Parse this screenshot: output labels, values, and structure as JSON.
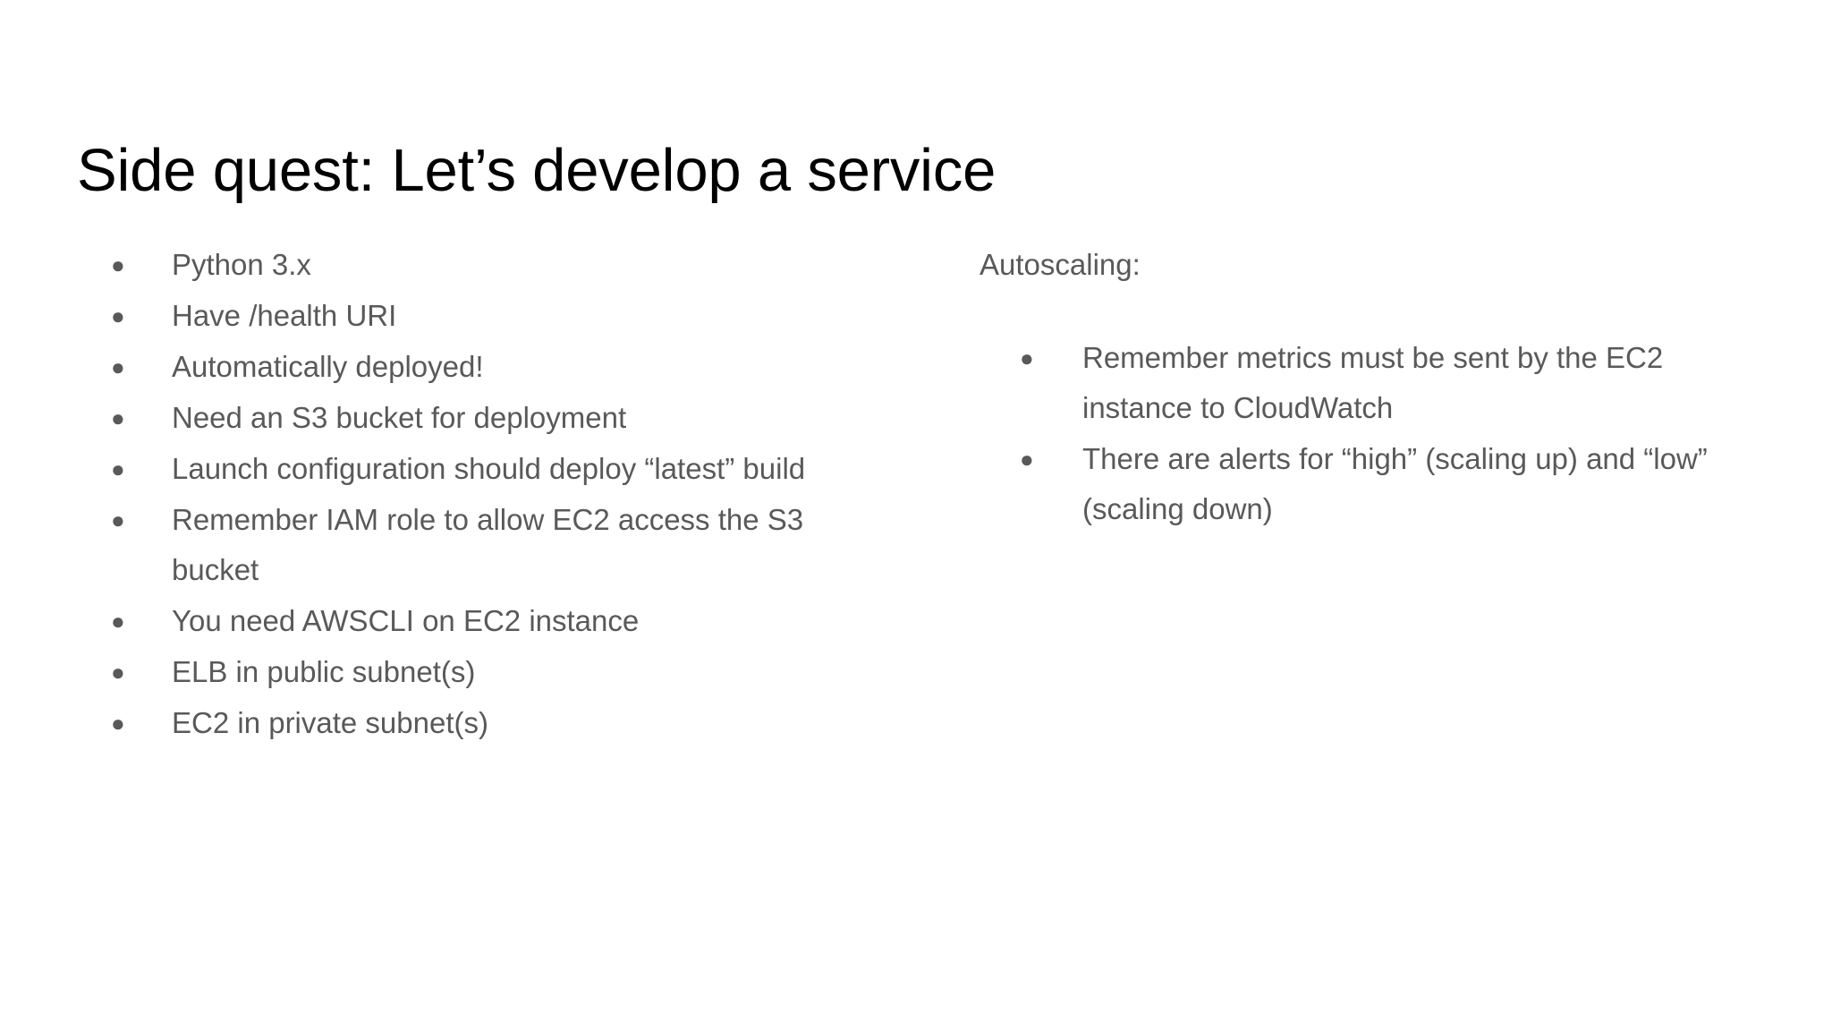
{
  "slide": {
    "title": "Side quest: Let’s develop a service",
    "background_color": "#ffffff",
    "title_color": "#000000",
    "body_color": "#595959",
    "bullet_glyph": "●",
    "left_column": {
      "bullets": [
        "Python 3.x",
        "Have /health URI",
        "Automatically deployed!",
        "Need an S3 bucket for deployment",
        "Launch configuration should deploy “latest” build",
        "Remember IAM role to allow EC2 access the S3 bucket",
        "You need AWSCLI on EC2 instance",
        "ELB in public subnet(s)",
        "EC2 in private subnet(s)"
      ]
    },
    "right_column": {
      "heading": "Autoscaling:",
      "bullets": [
        "Remember metrics must be sent by the EC2 instance to CloudWatch",
        "There are alerts for “high” (scaling up) and “low” (scaling down)"
      ]
    }
  }
}
